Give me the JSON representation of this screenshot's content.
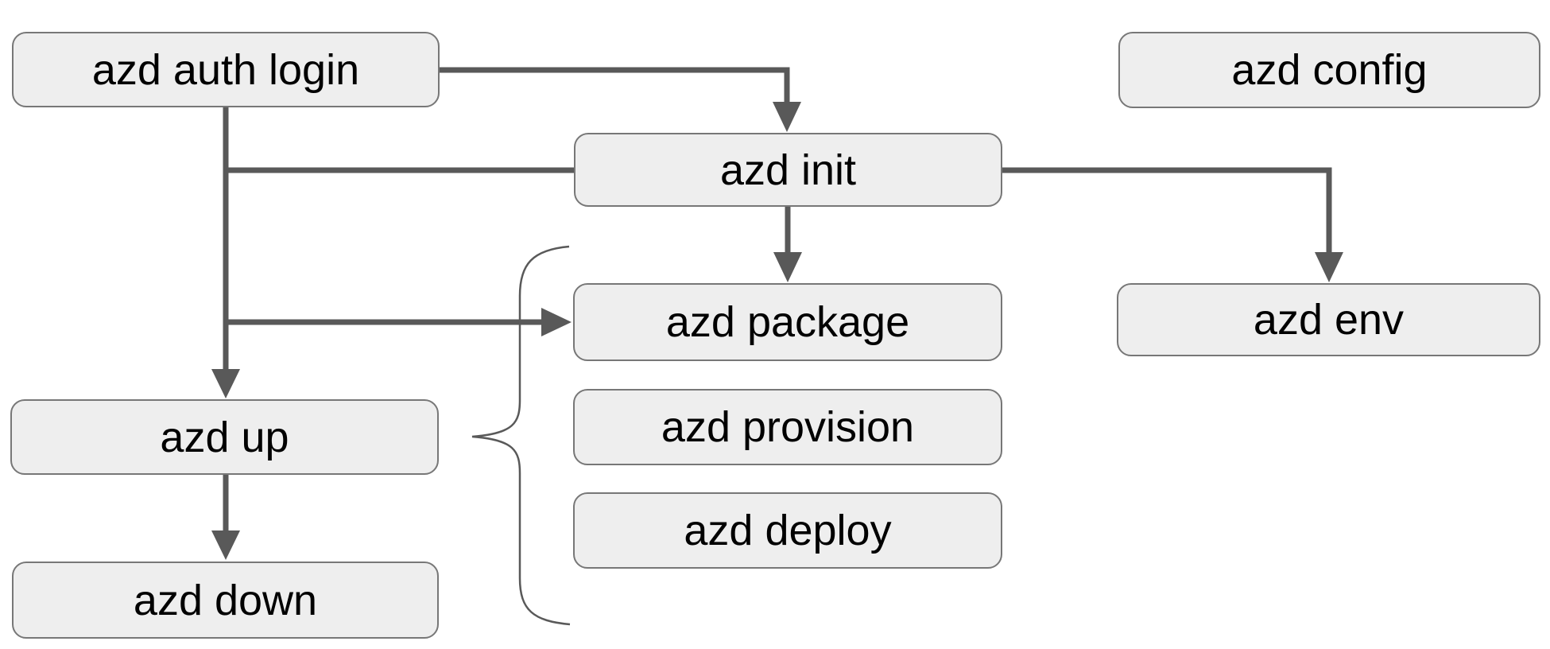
{
  "diagram": {
    "description": "azd command workflow diagram",
    "colors": {
      "background": "#ffffff",
      "node_fill": "#eeeeee",
      "node_border": "#777777",
      "connector": "#595959",
      "text": "#000000"
    },
    "nodes": [
      {
        "id": "auth-login",
        "label": "azd auth login"
      },
      {
        "id": "config",
        "label": "azd config"
      },
      {
        "id": "init",
        "label": "azd init"
      },
      {
        "id": "package",
        "label": "azd package"
      },
      {
        "id": "env",
        "label": "azd env"
      },
      {
        "id": "up",
        "label": "azd up"
      },
      {
        "id": "provision",
        "label": "azd provision"
      },
      {
        "id": "deploy",
        "label": "azd deploy"
      },
      {
        "id": "down",
        "label": "azd down"
      }
    ],
    "edges": [
      {
        "from": "azd auth login",
        "to": "azd init",
        "arrow": true,
        "route": "right-then-down-into-top"
      },
      {
        "from": "azd auth login",
        "to": "azd init",
        "arrow": false,
        "route": "trunk-branch-into-left-side"
      },
      {
        "from": "azd auth login",
        "to": "azd package",
        "arrow": true,
        "route": "trunk-branch-into-left-side"
      },
      {
        "from": "azd auth login",
        "to": "azd up",
        "arrow": true,
        "route": "straight-down"
      },
      {
        "from": "azd init",
        "to": "azd package",
        "arrow": true,
        "route": "straight-down"
      },
      {
        "from": "azd init",
        "to": "azd env",
        "arrow": true,
        "route": "right-then-down-into-top"
      },
      {
        "from": "azd up",
        "to": "azd down",
        "arrow": true,
        "route": "straight-down"
      }
    ],
    "brace_group": {
      "anchor": "azd up",
      "contains": [
        "azd package",
        "azd provision",
        "azd deploy"
      ]
    }
  }
}
